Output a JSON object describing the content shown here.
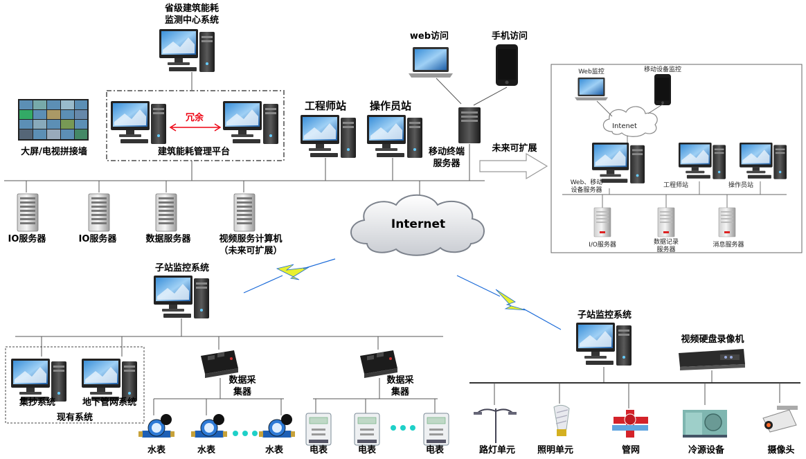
{
  "top": {
    "provincial_center_line1": "省级建筑能耗",
    "provincial_center_line2": "监测中心系统",
    "web_access": "web访问",
    "mobile_access": "手机访问"
  },
  "platform": {
    "video_wall": "大屏/电视拼接墙",
    "redundancy": "冗余",
    "platform_name": "建筑能耗管理平台",
    "engineer_station": "工程师站",
    "operator_station": "操作员站",
    "mobile_server_line1": "移动终端",
    "mobile_server_line2": "服务器",
    "future_expand": "未来可扩展"
  },
  "servers": [
    {
      "line1": "IO服务器",
      "line2": ""
    },
    {
      "line1": "IO服务器",
      "line2": ""
    },
    {
      "line1": "数据服务器",
      "line2": ""
    },
    {
      "line1": "视频服务计算机",
      "line2": "（未来可扩展）"
    }
  ],
  "internet": "Internet",
  "expansion": {
    "web_monitor": "Web监控",
    "mobile_monitor": "移动设备监控",
    "cloud": "Intenet",
    "web_mobile_server_line1": "Web、移动",
    "web_mobile_server_line2": "设备服务器",
    "engineer": "工程师站",
    "operator": "操作员站",
    "io_server": "I/O服务器",
    "data_record_line1": "数据记录",
    "data_record_line2": "服务器",
    "message_server": "消息服务器"
  },
  "substation_left": {
    "title": "子站监控系统",
    "collector1_line1": "数据采",
    "collector1_line2": "集器",
    "collector2_line1": "数据采",
    "collector2_line2": "集器",
    "existing_system": "现有系统",
    "meter_reading": "集抄系统",
    "pipe_network": "地下管网系统",
    "water_meters": [
      "水表",
      "水表",
      "水表"
    ],
    "electric_meters": [
      "电表",
      "电表",
      "电表"
    ]
  },
  "substation_right": {
    "title": "子站监控系统",
    "dvr": "视频硬盘录像机",
    "devices": [
      "路灯单元",
      "照明单元",
      "管网",
      "冷源设备",
      "摄像头"
    ]
  }
}
